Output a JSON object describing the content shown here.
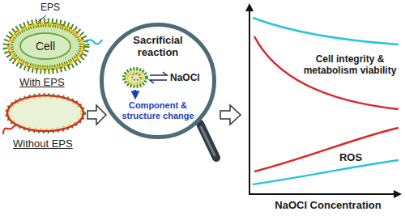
{
  "diagram": {
    "nodes": [
      {
        "text": [
          "Cell"
        ]
      },
      {
        "text": [
          "Sacrificial reaction",
          "NaOCl",
          "Component & structure change"
        ]
      }
    ],
    "labels": [
      "EPS",
      "With EPS",
      "Without EPS",
      "Cell integrity & metabolism viability",
      "ROS",
      "NaOCl Concentration"
    ]
  }
}
